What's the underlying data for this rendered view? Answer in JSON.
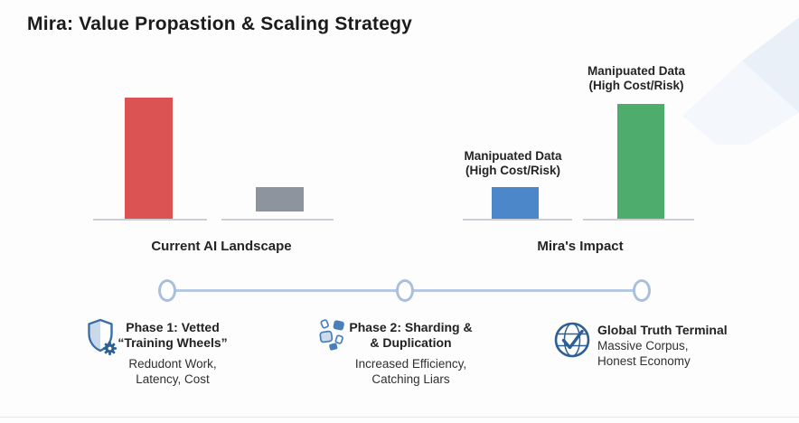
{
  "title": "Mira: Value Propastion & Scaling Strategy",
  "colors": {
    "red_bar": "#dc5353",
    "gray_bar": "#8d949d",
    "blue_bar": "#4c87c9",
    "green_bar": "#4eac6d",
    "timeline": "#b7c9e2",
    "icon_blue": "#2e5f94"
  },
  "chart_data": [
    {
      "type": "bar",
      "title": "Current AI Landscape",
      "categories": [
        "",
        ""
      ],
      "values": [
        100,
        20
      ],
      "colors": [
        "#dc5353",
        "#8d949d"
      ],
      "bar_labels": [
        [],
        []
      ]
    },
    {
      "type": "bar",
      "title": "Mira's Impact",
      "categories": [
        "Manipuated Data (High Cost/Risk)",
        "Manipuated Data (High Cost/Risk)"
      ],
      "values": [
        27,
        95
      ],
      "colors": [
        "#4c87c9",
        "#4eac6d"
      ],
      "bar_labels": [
        [
          "Manipuated Data",
          "(High Cost/Risk)"
        ],
        [
          "Manipuated Data",
          "(High Cost/Risk)"
        ]
      ]
    }
  ],
  "phases": [
    {
      "icon": "shield-gear-icon",
      "title_lines": [
        "Phase 1: Vetted",
        "“Training Wheels”"
      ],
      "subtitle_lines": [
        "Redudont Work,",
        "Latency, Cost"
      ]
    },
    {
      "icon": "shards-icon",
      "title_lines": [
        "Phase 2: Sharding &",
        "& Duplication"
      ],
      "subtitle_lines": [
        "Increased Efficiency,",
        "Catching Liars"
      ]
    },
    {
      "icon": "globe-check-icon",
      "title_lines": [
        "Global Truth Terminal"
      ],
      "subtitle_lines": [
        "Massive Corpus,",
        "Honest Economy"
      ]
    }
  ]
}
